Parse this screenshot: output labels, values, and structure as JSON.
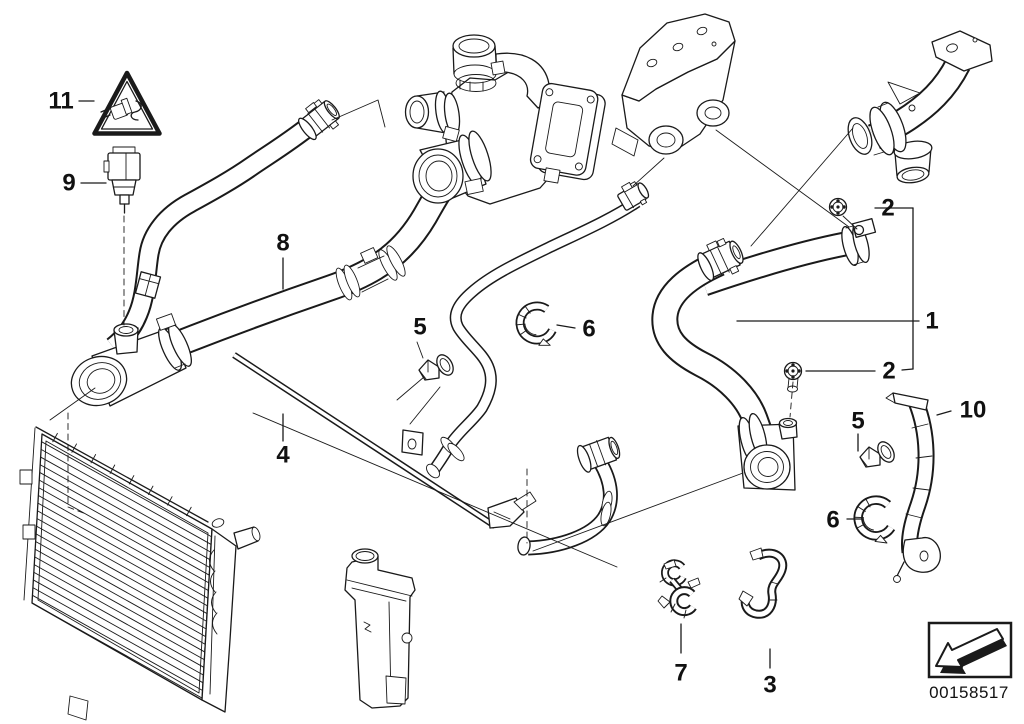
{
  "colors": {
    "background": "#ffffff",
    "line": "#1a1a1a"
  },
  "callouts": {
    "c1": "1",
    "c2a": "2",
    "c2b": "2",
    "c3": "3",
    "c4": "4",
    "c5a": "5",
    "c5b": "5",
    "c6a": "6",
    "c6b": "6",
    "c7": "7",
    "c8": "8",
    "c9": "9",
    "c10": "10",
    "c11": "11"
  },
  "legend": {
    "part_number": "00158517"
  }
}
